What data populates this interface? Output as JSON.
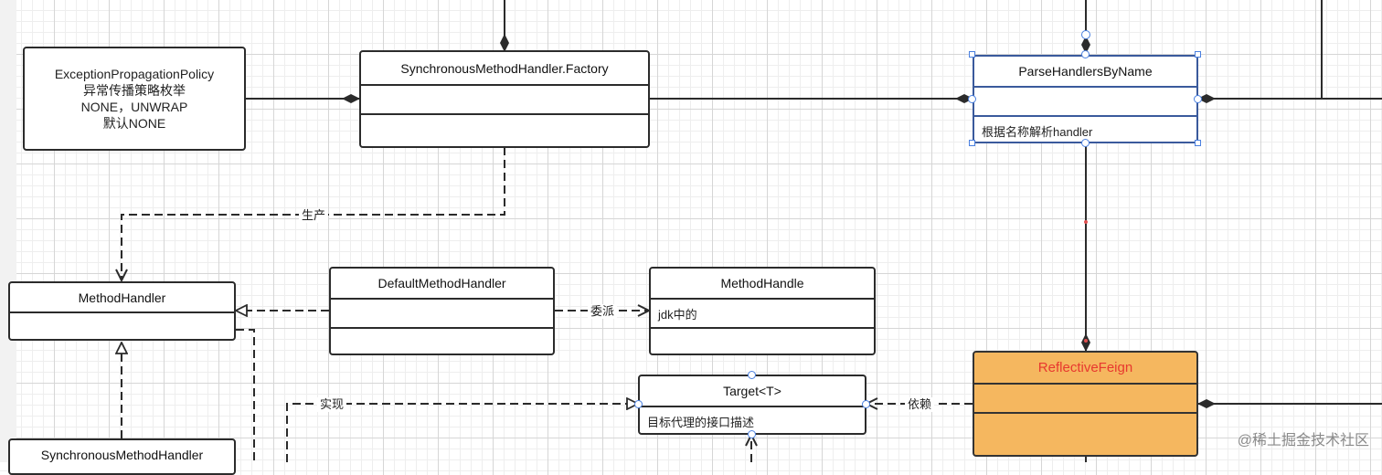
{
  "note": {
    "lines": [
      "ExceptionPropagationPolicy",
      "异常传播策略枚举",
      "NONE，UNWRAP",
      "默认NONE"
    ]
  },
  "classes": {
    "sync_factory": {
      "name": "SynchronousMethodHandler.Factory",
      "attrs": "",
      "ops": ""
    },
    "parse_handlers": {
      "name": "ParseHandlersByName",
      "attrs": "",
      "ops": "根据名称解析handler"
    },
    "method_handler": {
      "name": "MethodHandler",
      "attrs": ""
    },
    "default_method_handler": {
      "name": "DefaultMethodHandler",
      "attrs": "",
      "ops": ""
    },
    "method_handle": {
      "name": "MethodHandle",
      "attrs": "jdk中的",
      "ops": ""
    },
    "target": {
      "name": "Target<T>",
      "attrs": "目标代理的接口描述"
    },
    "reflective_feign": {
      "name": "ReflectiveFeign",
      "attrs": "",
      "ops": ""
    },
    "sync_method_handler": {
      "name": "SynchronousMethodHandler"
    }
  },
  "labels": {
    "produce": "生产",
    "delegate": "委派",
    "implement": "实现",
    "depend": "依赖"
  },
  "colors": {
    "reflective_fill": "#f5b75f",
    "reflective_text": "#e8382f",
    "selection": "#4a80e0"
  },
  "watermark": "@稀土掘金技术社区"
}
